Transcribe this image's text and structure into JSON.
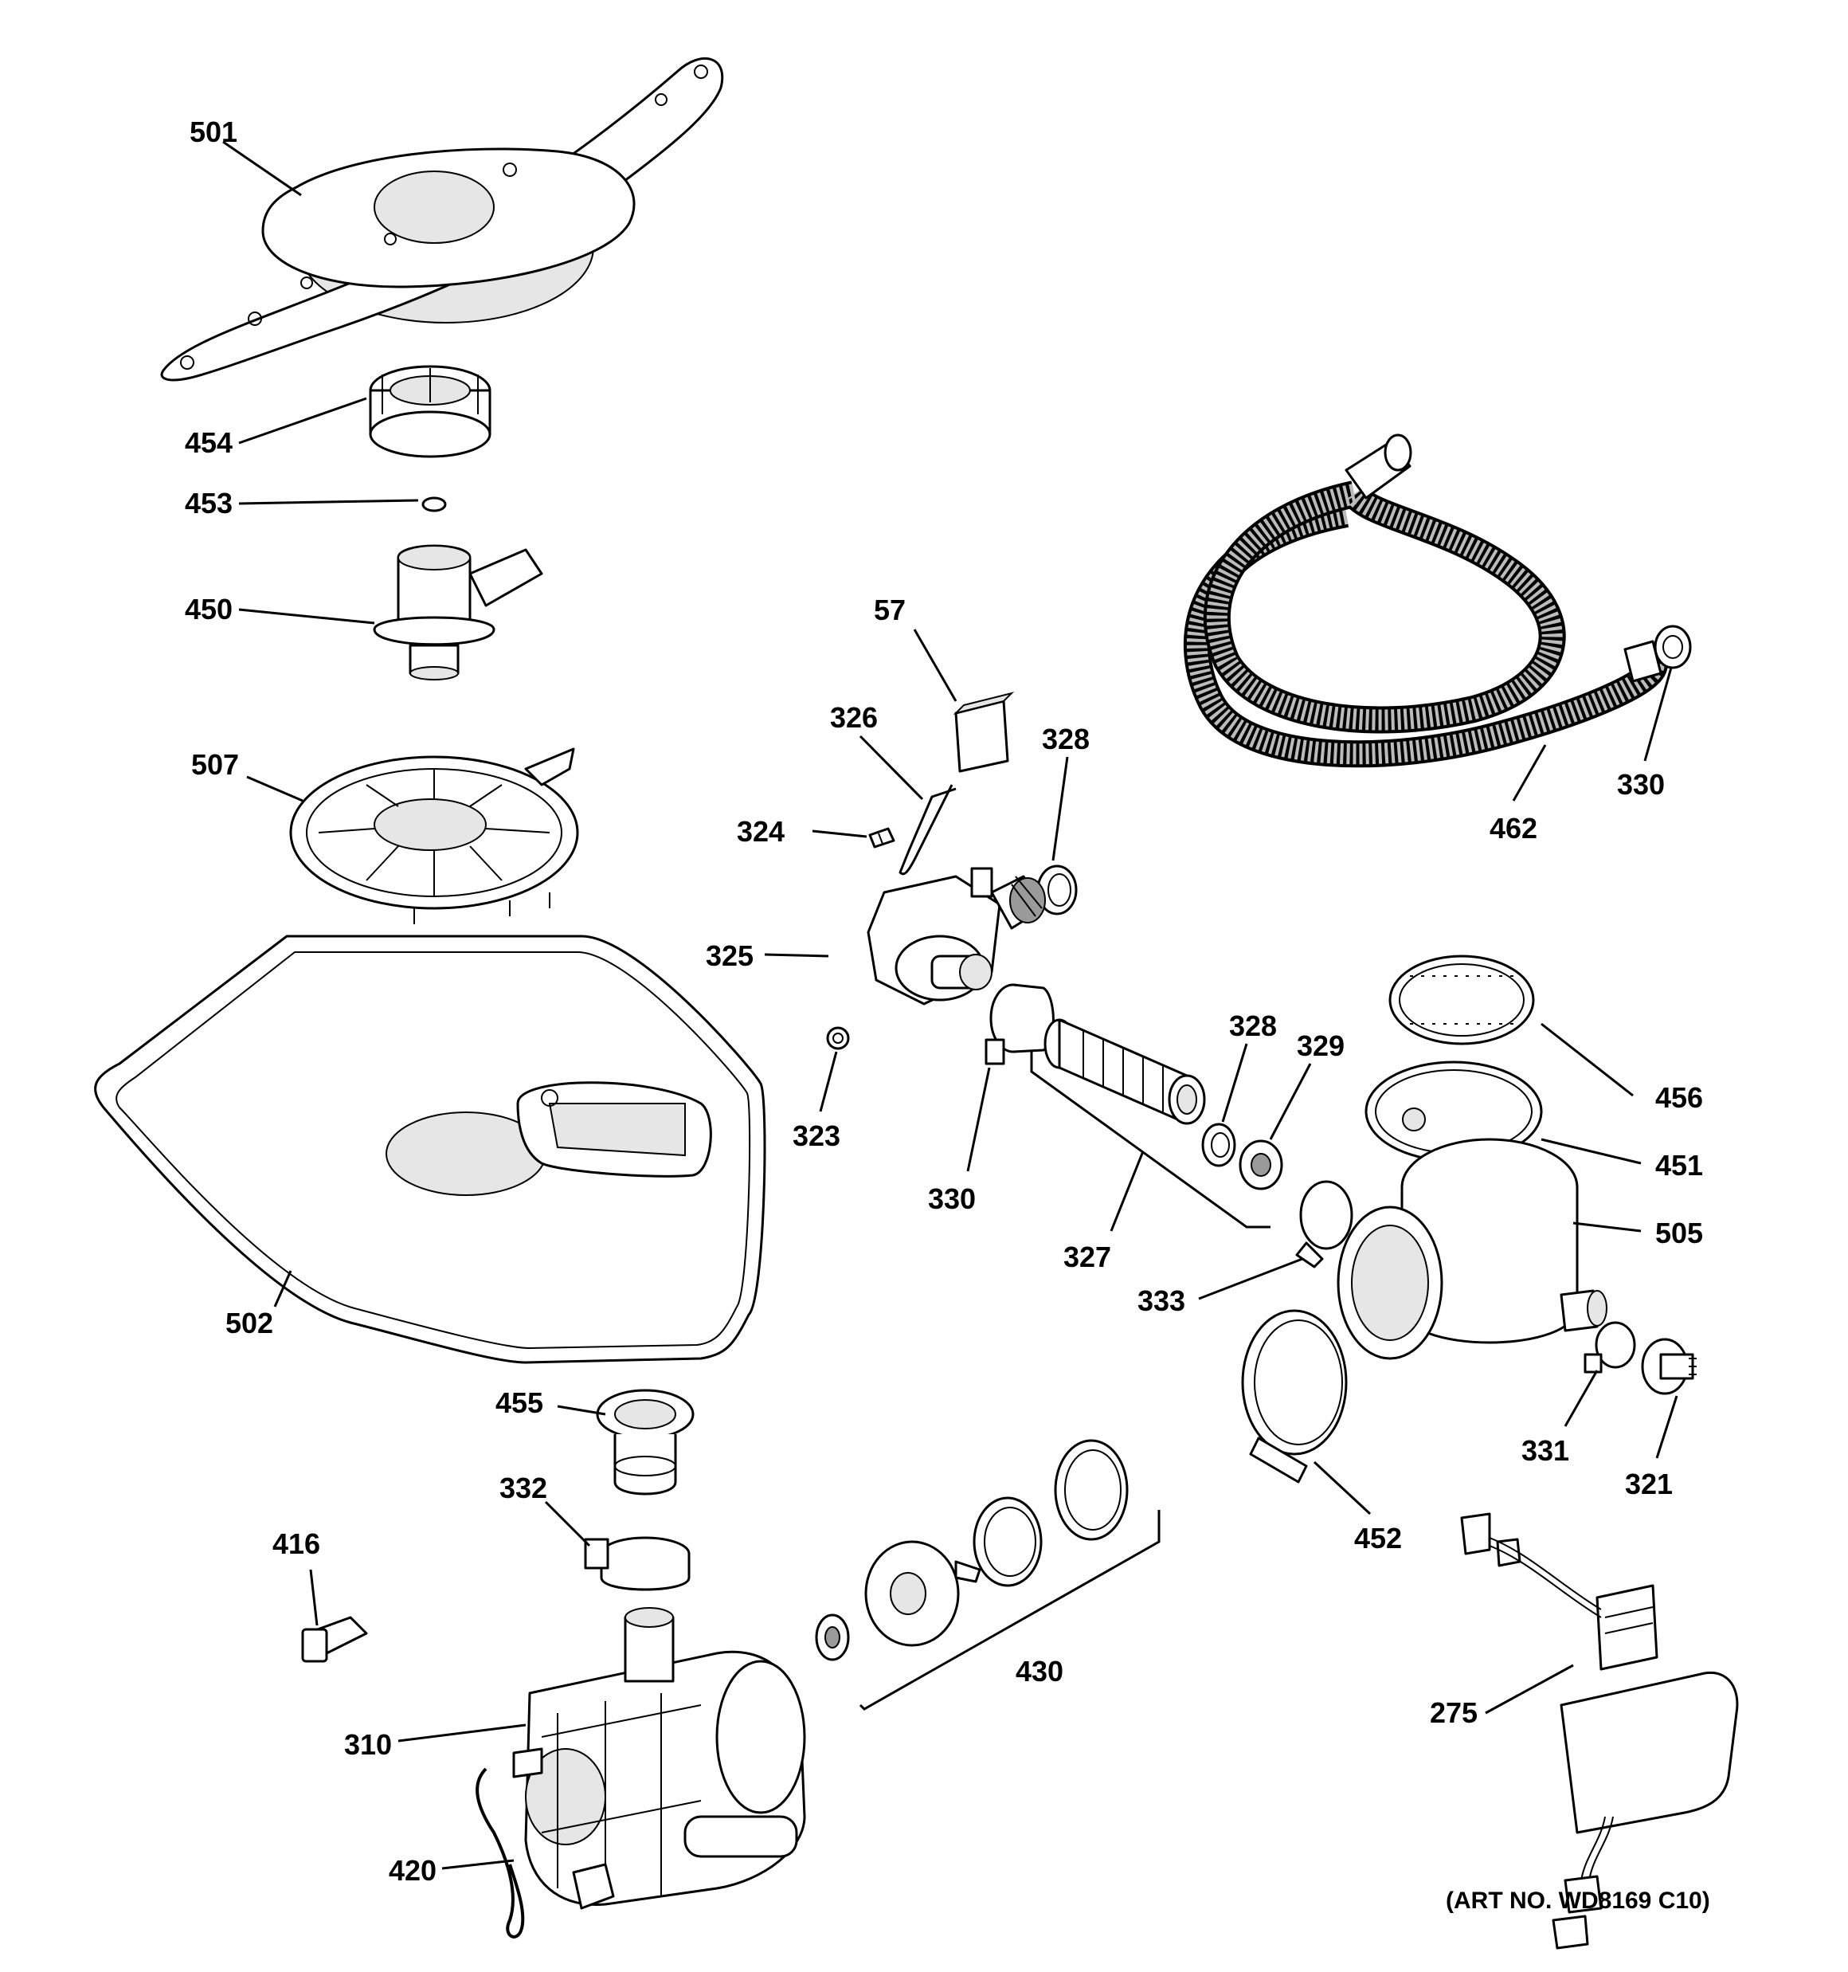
{
  "labels": {
    "p501": "501",
    "p454": "454",
    "p453": "453",
    "p450": "450",
    "p507": "507",
    "p502": "502",
    "p455": "455",
    "p332": "332",
    "p416": "416",
    "p310": "310",
    "p420": "420",
    "p57": "57",
    "p326": "326",
    "p328a": "328",
    "p324": "324",
    "p325": "325",
    "p323": "323",
    "p330a": "330",
    "p327": "327",
    "p328b": "328",
    "p329": "329",
    "p333": "333",
    "p430": "430",
    "p462": "462",
    "p330b": "330",
    "p456": "456",
    "p451": "451",
    "p505": "505",
    "p331": "331",
    "p321": "321",
    "p452": "452",
    "p275": "275"
  },
  "art_number": "(ART NO. WD8169 C10)"
}
